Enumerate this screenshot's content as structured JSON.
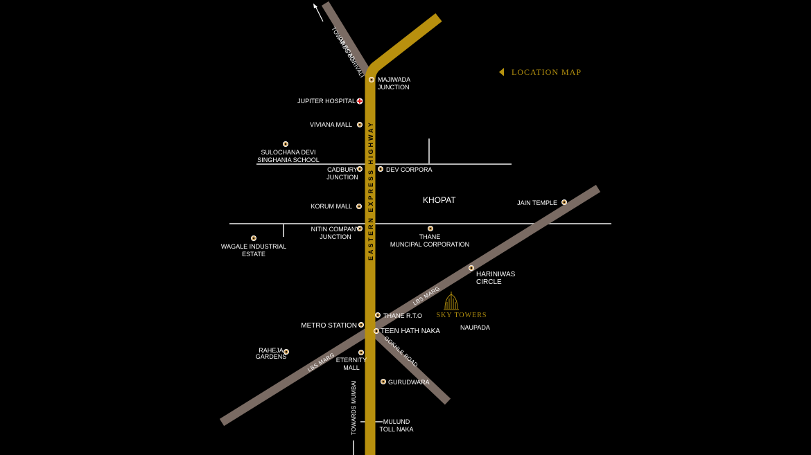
{
  "title": "LOCATION MAP",
  "area": "KHOPAT",
  "colors": {
    "highway": "#b8900e",
    "road": "#7a6b63",
    "minor_road": "#b5b5b5",
    "marker": "#d6a65b",
    "accent": "#b8940f",
    "hospital": "#e21b1b"
  },
  "roads": {
    "highway": "EASTERN EXPRESS HIGHWAY",
    "gb_road": "GB ROAD",
    "towards_borivali": "TOWARDS BORIVALI",
    "lbs_marg_upper": "LBS MARG",
    "lbs_marg_lower": "LBS MARG",
    "gokhle_road": "GOKHLE ROAD",
    "towards_mumbai": "TOWARDS MUMBAI"
  },
  "project": {
    "name": "SKY TOWERS",
    "icon": "tower-logo-icon"
  },
  "landmarks": {
    "majiwada_1": "MAJIWADA",
    "majiwada_2": "JUNCTION",
    "jupiter": "JUPITER HOSPITAL",
    "viviana": "VIVIANA MALL",
    "sulochana_1": "SULOCHANA DEVI",
    "sulochana_2": "SINGHANIA SCHOOL",
    "cadbury_1": "CADBURY",
    "cadbury_2": "JUNCTION",
    "dev_corpora": "DEV CORPORA",
    "jain_temple": "JAIN TEMPLE",
    "korum": "KORUM MALL",
    "nitin_1": "NITIN COMPANY",
    "nitin_2": "JUNCTION",
    "thane_muni_1": "THANE",
    "thane_muni_2": "MUNCIPAL CORPORATION",
    "wagale_1": "WAGALE INDUSTRIAL",
    "wagale_2": "ESTATE",
    "hariniwas_1": "HARINIWAS",
    "hariniwas_2": "CIRCLE",
    "thane_rto": "THANE R.T.O",
    "metro": "METRO STATION",
    "teen_hath": "TEEN HATH NAKA",
    "naupada": "NAUPADA",
    "raheja_1": "RAHEJA",
    "raheja_2": "GARDENS",
    "eternity_1": "ETERNITY",
    "eternity_2": "MALL",
    "gurudwara": "GURUDWARA",
    "mulund_1": "MULUND",
    "mulund_2": "TOLL NAKA"
  }
}
